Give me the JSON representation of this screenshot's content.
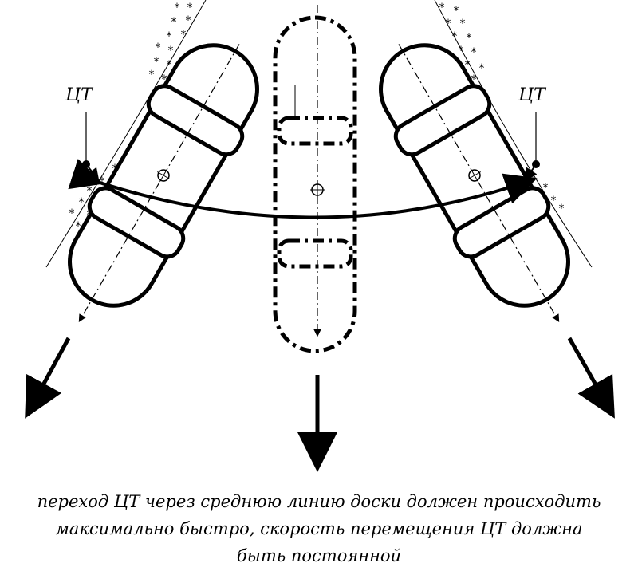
{
  "labels": {
    "cog_left": "ЦТ",
    "cog_right": "ЦТ"
  },
  "caption": {
    "line1": "переход ЦТ через среднюю линию доски должен происходить",
    "line2": "максимально быстро, скорость перемещения ЦТ должна",
    "line3": "быть постоянной"
  },
  "colors": {
    "ink": "#000000",
    "paper": "#ffffff"
  }
}
